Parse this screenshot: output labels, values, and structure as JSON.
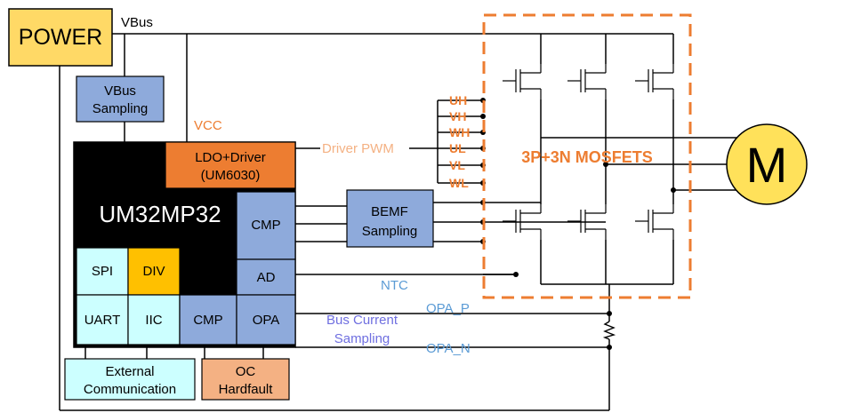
{
  "blocks": {
    "power": "POWER",
    "vbus_sampling_line1": "VBus",
    "vbus_sampling_line2": "Sampling",
    "mcu": "UM32MP32",
    "ldo_line1": "LDO+Driver",
    "ldo_line2": "(UM6030)",
    "cmp_top": "CMP",
    "ad": "AD",
    "spi": "SPI",
    "div": "DIV",
    "uart": "UART",
    "iic": "IIC",
    "cmp_bottom": "CMP",
    "opa": "OPA",
    "bemf_line1": "BEMF",
    "bemf_line2": "Sampling",
    "ext_comm_line1": "External",
    "ext_comm_line2": "Communication",
    "oc_line1": "OC",
    "oc_line2": "Hardfault",
    "mosfets": "3P+3N MOSFETS",
    "motor": "M"
  },
  "labels": {
    "vbus": "VBus",
    "vcc": "VCC",
    "driver_pwm": "Driver PWM",
    "ntc": "NTC",
    "bus_current_line1": "Bus Current",
    "bus_current_line2": "Sampling",
    "opa_p": "OPA_P",
    "opa_n": "OPA_N"
  },
  "pwm_signals": [
    "UH",
    "VH",
    "WH",
    "UL",
    "VL",
    "WL"
  ],
  "colors": {
    "power_fill": "#ffd966",
    "blue_block": "#8eaadb",
    "orange_block": "#ed7d31",
    "gold_block": "#ffc000",
    "cyan_block": "#ccffff",
    "salmon_block": "#f4b183",
    "mcu_fill": "#000000",
    "accent_orange": "#ed7d31",
    "vcc_text": "#ed7d31",
    "driver_pwm_text": "#f4b183",
    "blue_text": "#5b9bd5",
    "purple_text": "#6f6fe0",
    "motor_fill": "#ffe15a"
  }
}
